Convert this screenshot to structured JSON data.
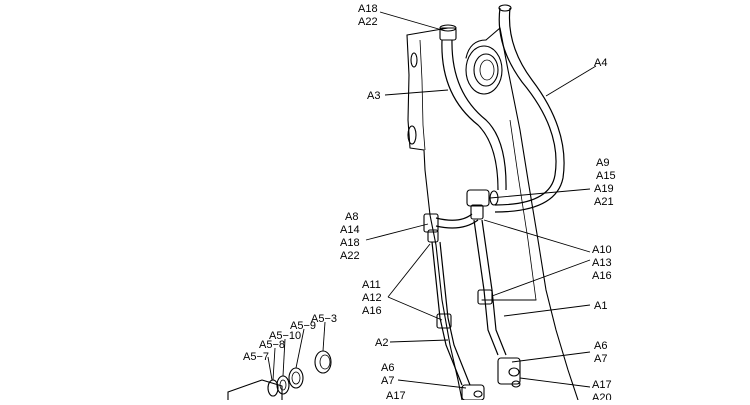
{
  "labels": {
    "a18_top": "A18",
    "a22_top": "A22",
    "a4": "A4",
    "a3": "A3",
    "a9": "A9",
    "a15": "A15",
    "a19": "A19",
    "a21": "A21",
    "a8": "A8",
    "a14": "A14",
    "a18_mid": "A18",
    "a22_mid": "A22",
    "a10": "A10",
    "a13": "A13",
    "a16_right": "A16",
    "a11": "A11",
    "a12": "A12",
    "a16_left": "A16",
    "a1": "A1",
    "a2": "A2",
    "a6_right": "A6",
    "a7_right": "A7",
    "a6_left": "A6",
    "a7_left": "A7",
    "a17_right": "A17",
    "a20": "A20",
    "a17_left": "A17",
    "a5_3": "A5−3",
    "a5_9": "A5−9",
    "a5_10": "A5−10",
    "a5_8": "A5−8",
    "a5_7": "A5−7"
  }
}
